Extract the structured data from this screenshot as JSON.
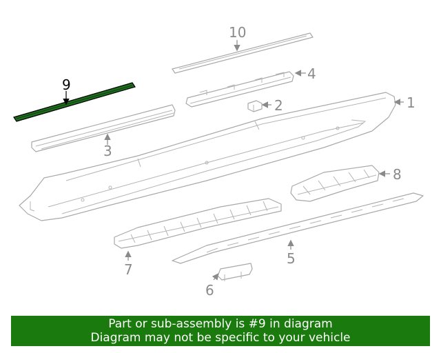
{
  "diagram": {
    "highlight_color": "#1e6b1e",
    "callouts": {
      "c1": "1",
      "c2": "2",
      "c3": "3",
      "c4": "4",
      "c5": "5",
      "c6": "6",
      "c7": "7",
      "c8": "8",
      "c9": "9",
      "c10": "10"
    }
  },
  "banner": {
    "line1": "Part or sub-assembly is #9 in diagram",
    "line2": "Diagram may not be specific to your vehicle",
    "background": "#1a7a0d"
  }
}
